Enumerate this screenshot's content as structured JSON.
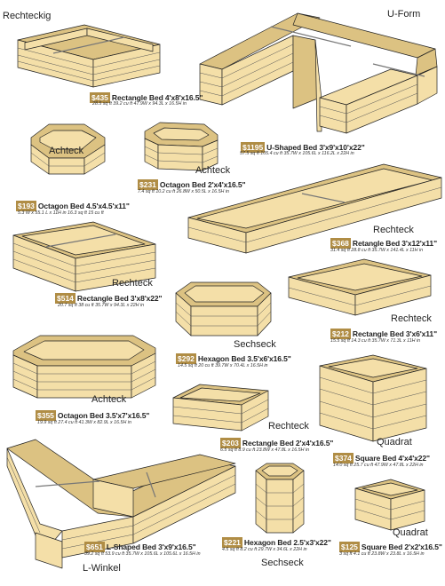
{
  "labels": {
    "rechteckig": "Rechteckig",
    "u_form": "U-Form",
    "achteck_1": "Achteck",
    "achteck_2": "Achteck",
    "rechteck_1": "Rechteck",
    "rechteck_2": "Rechteck",
    "rechteck_3": "Rechteck",
    "rechteck_4": "Rechteck",
    "sechseck_1": "Sechseck",
    "sechseck_2": "Sechseck",
    "achteck_3": "Achteck",
    "quadrat_1": "Quadrat",
    "quadrat_2": "Quadrat",
    "l_winkel": "L-Winkel"
  },
  "items": {
    "rect_4x8": {
      "price": "$435",
      "name": "Rectangle Bed 4'x8'x16.5\"",
      "specs": "28.5 sq ft    39.2 cu ft    47.9W x 94.3L x 16.5H in"
    },
    "u_shaped": {
      "price": "$1195",
      "name": "U-Shaped Bed 3'x9'x10'x22\"",
      "specs": "57.5 sq ft    105.4 cu ft    35.7W x 105.6L x 116.2L x 22H in"
    },
    "oct_2x4": {
      "price": "$231",
      "name": "Octagon Bed 2'x4'x16.5\"",
      "specs": "7.4 sq ft    10.2 cu ft    26.8W x 50.5L x 16.5H in"
    },
    "oct_45": {
      "price": "$193",
      "name": "Octagon Bed 4.5'x4.5'x11\"",
      "specs": "5.3 W x 55.1 L x 11H in    16.3 sq ft    15 cu ft"
    },
    "rect_3x12": {
      "price": "$368",
      "name": "Retangle Bed 3'x12'x11\"",
      "specs": "31.4 sq ft    28.8 cu ft    35.7W x 141.4L x 11H in"
    },
    "rect_3x8": {
      "price": "$514",
      "name": "Rectangle Bed 3'x8'x22\"",
      "specs": "20.7 sq ft    38 cu ft    35.7W x 94.3L x 22H in"
    },
    "rect_3x6": {
      "price": "$212",
      "name": "Rectangle Bed 3'x6'x11\"",
      "specs": "15.5 sq ft    14.3 cu ft    35.7W x 71.3L x 11H in"
    },
    "hex_35x6": {
      "price": "$292",
      "name": "Hexagon Bed 3.5'x6'x16.5\"",
      "specs": "14.5 sq ft    20 cu ft    39.7W x 70.4L x 16.5H in"
    },
    "oct_35x7": {
      "price": "$355",
      "name": "Octagon Bed 3.5'x7'x16.5\"",
      "specs": "19.9 sq ft    27.4 cu ft    41.3W x 82.9L x 16.5H in"
    },
    "rect_2x4": {
      "price": "$203",
      "name": "Rectangle Bed 2'x4'x16.5\"",
      "specs": "6.5 sq ft    8.9 cu ft    23.8W x 47.8L x 16.5H in"
    },
    "sq_4x4": {
      "price": "$374",
      "name": "Square Bed 4'x4'x22\"",
      "specs": "14.0 sq ft    25.7 cu ft    47.9W x 47.8L x 22H in"
    },
    "l_shaped": {
      "price": "$651",
      "name": "L-Shaped Bed 3'x9'x16.5\"",
      "specs": "39.2 sq ft    53.9 cu ft    35.7W x 105.6L x 105.6L x 16.5H in"
    },
    "hex_25x3": {
      "price": "$221",
      "name": "Hexagon Bed 2.5'x3'x22\"",
      "specs": "4.5 sq ft    8.2 cu ft    29.7W x 34.6L x 22H in"
    },
    "sq_2x2": {
      "price": "$125",
      "name": "Square Bed 2'x2'x16.5\"",
      "specs": "3 sq ft    4.1 cu ft    23.8W x 23.8L x 16.5H in"
    }
  },
  "colors": {
    "wood": "#f4dfa8",
    "wood_shadow": "#dcc282",
    "outline": "#222222",
    "price_bg": "#b08d45"
  }
}
